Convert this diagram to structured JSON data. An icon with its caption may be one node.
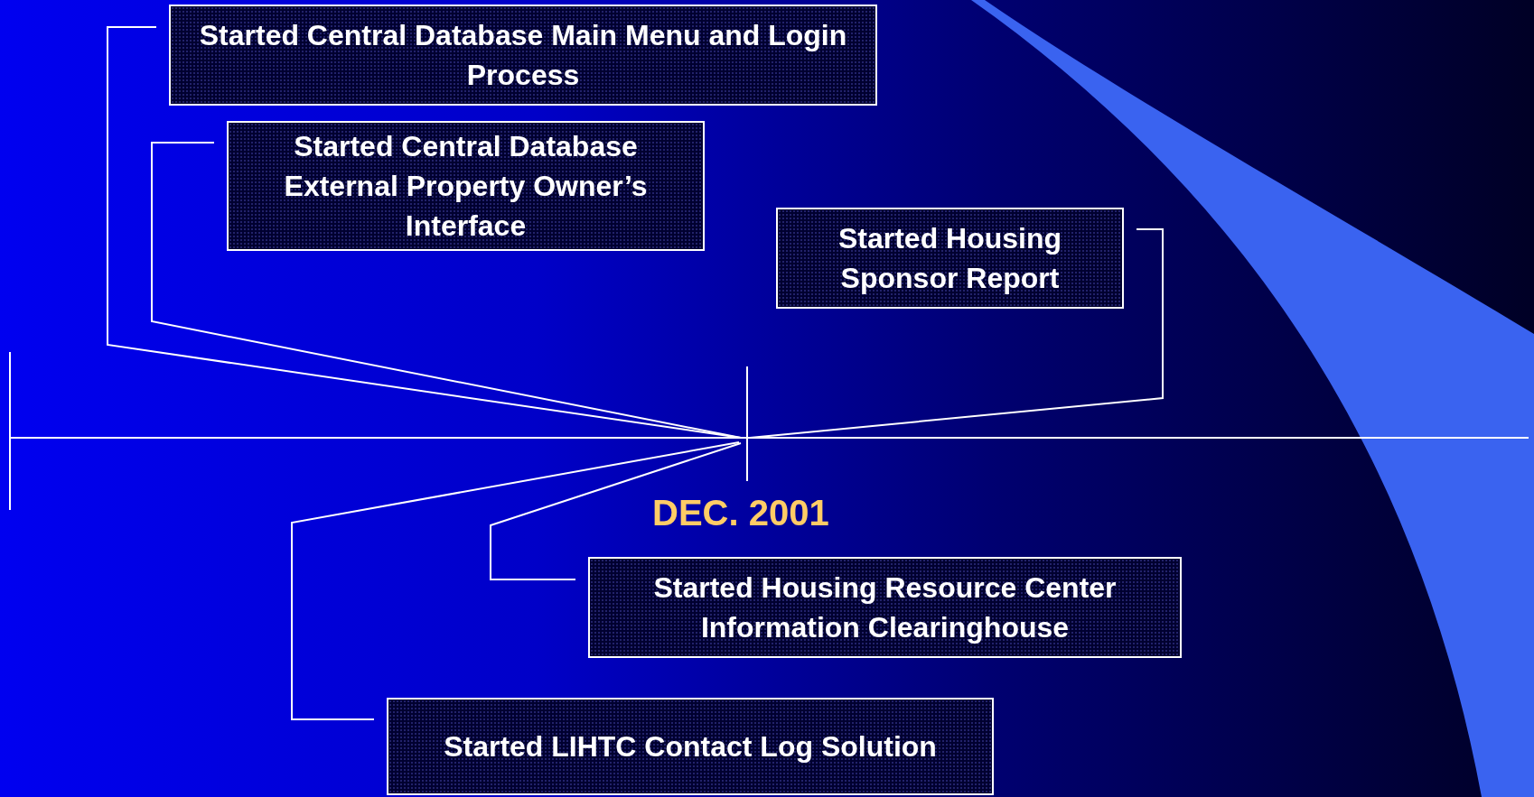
{
  "diagram": {
    "nodes": [
      {
        "text": [
          "Started Central Database Main Menu and Login Process"
        ]
      },
      {
        "text": [
          "Started Central Database External Property Owner’s Interface"
        ]
      },
      {
        "text": [
          "Started Housing Sponsor Report"
        ]
      },
      {
        "text": [
          "Started Housing Resource Center Information Clearinghouse"
        ]
      },
      {
        "text": [
          "Started LIHTC Contact Log Solution"
        ]
      }
    ],
    "edges": [
      {
        "from": 0,
        "to": null,
        "arrow": "none"
      },
      {
        "from": 1,
        "to": null,
        "arrow": "none"
      },
      {
        "from": 2,
        "to": null,
        "arrow": "none"
      },
      {
        "from": 3,
        "to": null,
        "arrow": "none"
      },
      {
        "from": 4,
        "to": null,
        "arrow": "none"
      }
    ],
    "labels": [
      "DEC. 2001"
    ]
  }
}
